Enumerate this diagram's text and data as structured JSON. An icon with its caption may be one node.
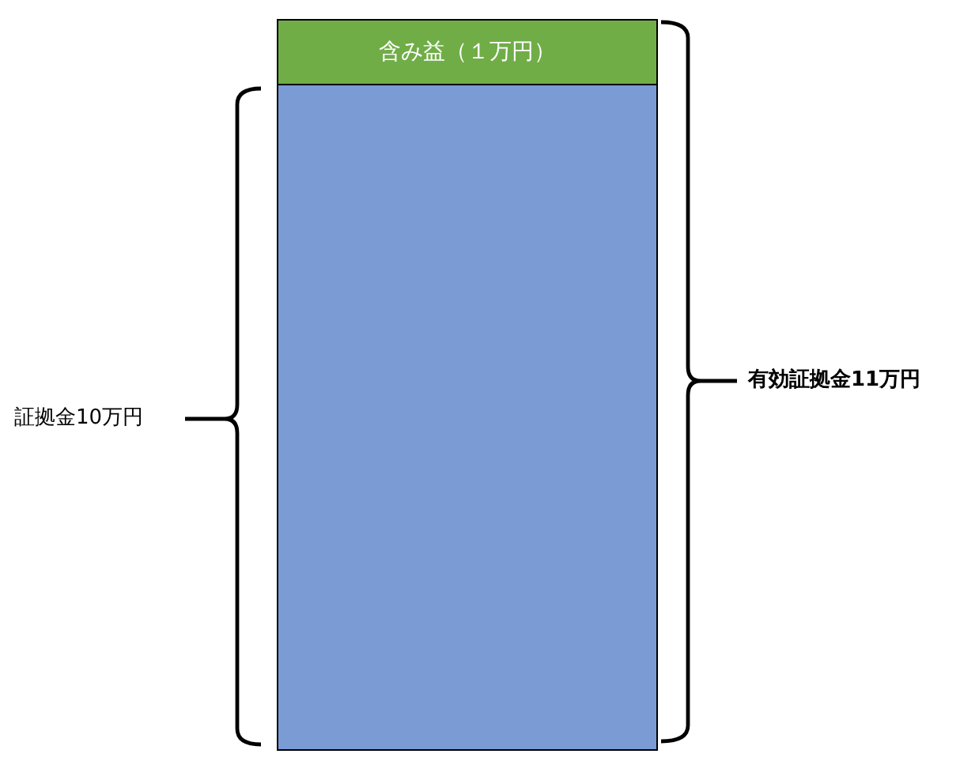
{
  "diagram": {
    "nodes": [
      {
        "text": [
          "含み益（１万円）"
        ]
      },
      {
        "text": [],
        "shape": "box"
      }
    ],
    "labels": [
      "証拠金10万円",
      "有効証拠金11万円"
    ]
  }
}
